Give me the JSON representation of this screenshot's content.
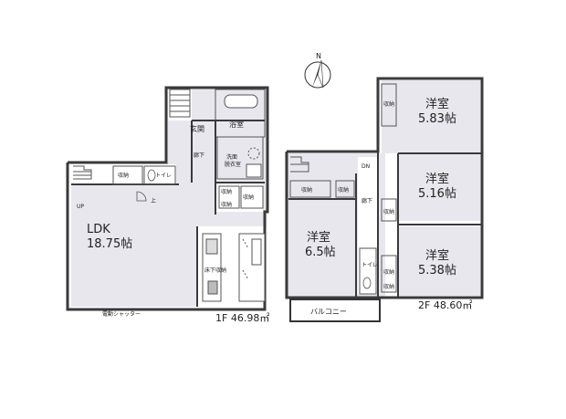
{
  "compass": {
    "label": "N"
  },
  "floor1": {
    "summary": "1F 46.98㎡",
    "rooms": {
      "ldk_name": "LDK",
      "ldk_size": "18.75帖",
      "bath": "浴室",
      "entrance": "玄関",
      "hall": "廊下",
      "washroom_1": "洗面",
      "washroom_2": "脱衣室",
      "storage_a": "収納",
      "toilet": "トイレ",
      "storage_b": "収納",
      "storage_c": "収納",
      "storage_d": "収納",
      "up": "UP",
      "floor_storage": "床下収納",
      "shutter": "電動シャッター",
      "stair_mark": "上"
    }
  },
  "floor2": {
    "summary": "2F 48.60㎡",
    "rooms": {
      "r1_name": "洋室",
      "r1_size": "5.83帖",
      "r2_name": "洋室",
      "r2_size": "5.16帖",
      "r3_name": "洋室",
      "r3_size": "6.5帖",
      "r4_name": "洋室",
      "r4_size": "5.38帖",
      "hall": "廊下",
      "toilet": "トイレ",
      "balcony": "バルコニー",
      "dn": "DN",
      "storage_1": "収納",
      "storage_2": "収納",
      "storage_3": "収納",
      "storage_4": "収納",
      "storage_5": "収納",
      "storage_6": "収納"
    }
  }
}
